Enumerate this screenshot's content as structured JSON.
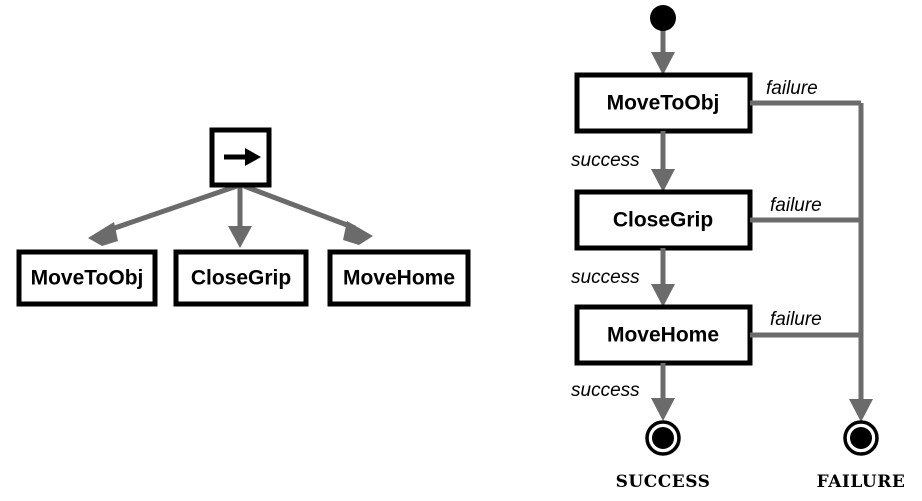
{
  "figure": {
    "accent_gray": "#6b6b6b",
    "stroke_black": "#000000",
    "background": "#ffffff"
  },
  "left_panel": {
    "name": "behavior-tree",
    "root": {
      "type": "sequence",
      "glyph": "arrow-right",
      "label": "→"
    },
    "children": [
      {
        "label": "MoveToObj"
      },
      {
        "label": "CloseGrip"
      },
      {
        "label": "MoveHome"
      }
    ]
  },
  "right_panel": {
    "name": "finite-state-machine",
    "start": {
      "label": ""
    },
    "states": [
      {
        "label": "MoveToObj"
      },
      {
        "label": "CloseGrip"
      },
      {
        "label": "MoveHome"
      }
    ],
    "success_labels": [
      "success",
      "success",
      "success"
    ],
    "failure_labels": [
      "failure",
      "failure",
      "failure"
    ],
    "terminals": [
      {
        "label": "SUCCESS"
      },
      {
        "label": "FAILURE"
      }
    ]
  }
}
